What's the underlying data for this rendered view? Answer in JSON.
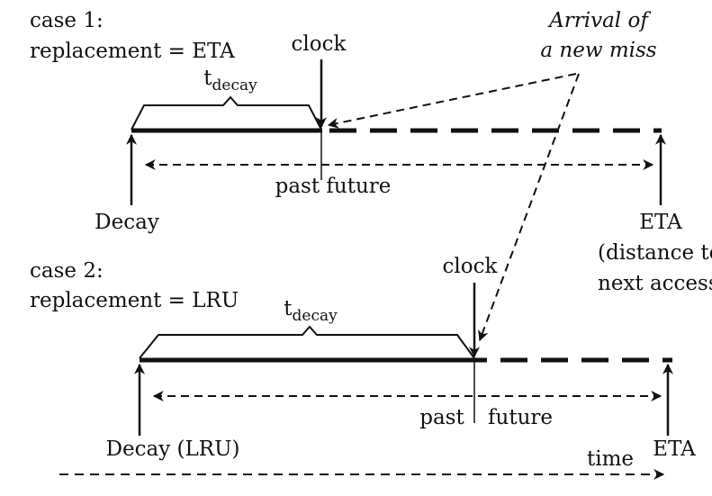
{
  "colors": {
    "ink": "#111111",
    "background": "#ffffff"
  },
  "annotation": {
    "line1": "Arrival of",
    "line2": "a new miss"
  },
  "case1": {
    "title": "case 1:",
    "subtitle": "replacement = ETA",
    "clock": "clock",
    "t_main": "t",
    "t_sub": "decay",
    "past_future": "past future",
    "decay": "Decay",
    "eta": "ETA",
    "eta_note1": "(distance to",
    "eta_note2": "next access)"
  },
  "case2": {
    "title": "case 2:",
    "subtitle": "replacement = LRU",
    "clock": "clock",
    "t_main": "t",
    "t_sub": "decay",
    "past": "past",
    "future": "future",
    "decay": "Decay (LRU)",
    "eta": "ETA"
  },
  "time_axis": {
    "label": "time"
  }
}
